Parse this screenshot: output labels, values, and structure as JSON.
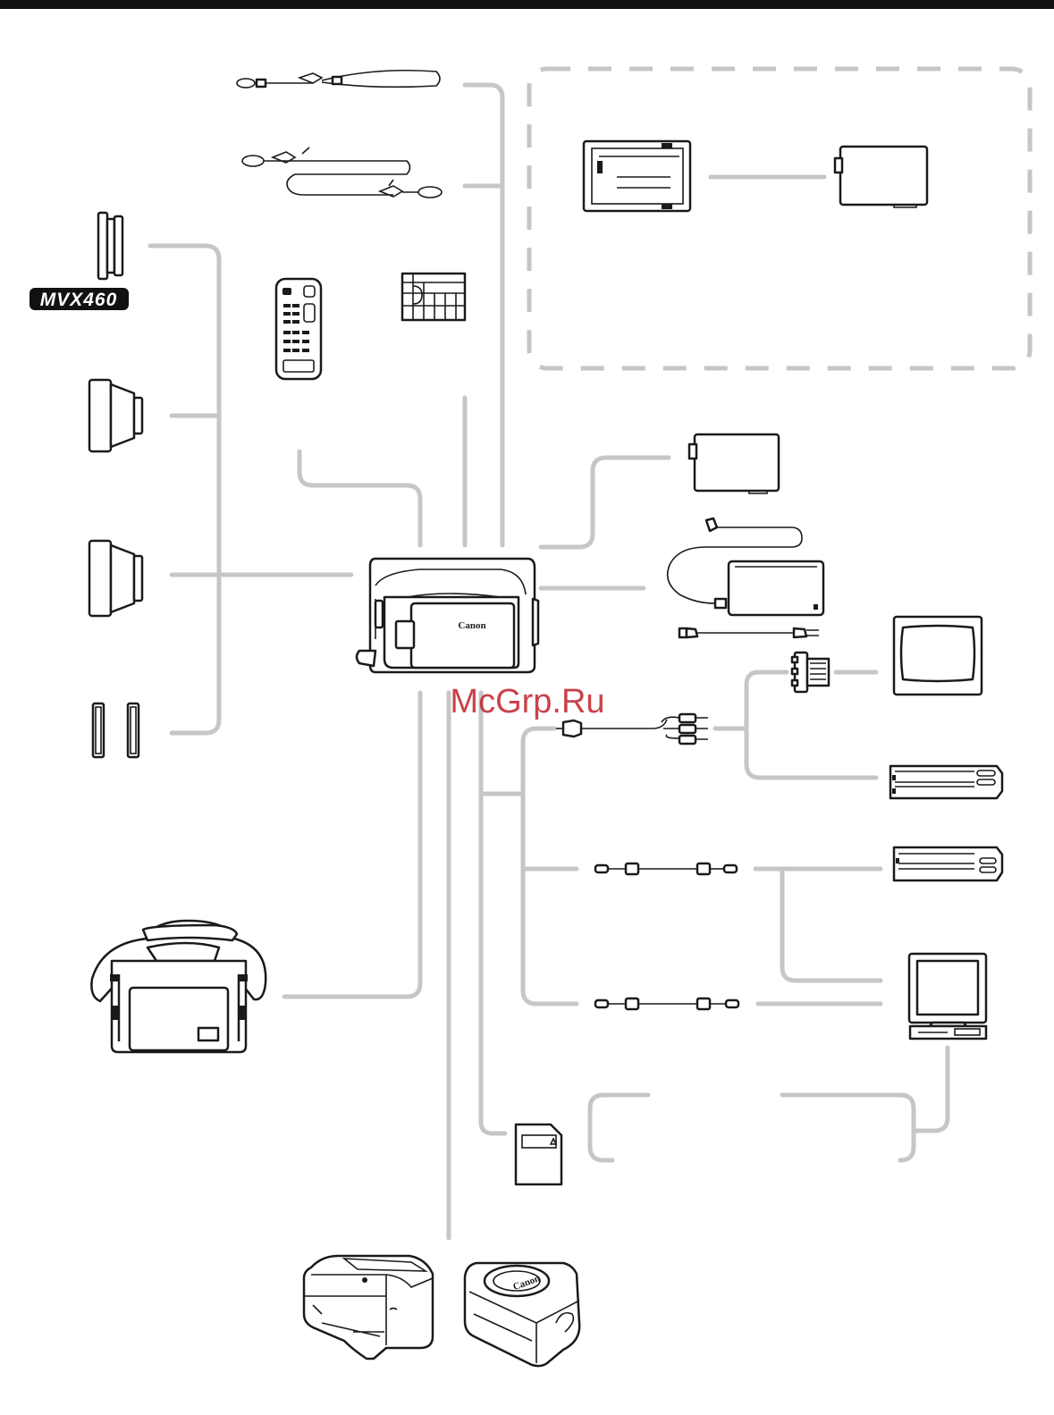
{
  "model_badge": "MVX460",
  "camera_brand": "Canon",
  "printer_brand": "Canon",
  "watermark": "McGrp.Ru",
  "colors": {
    "connector_lines": "#c6c6c6",
    "outline": "#1a1a1a",
    "watermark": "#c0212a"
  }
}
